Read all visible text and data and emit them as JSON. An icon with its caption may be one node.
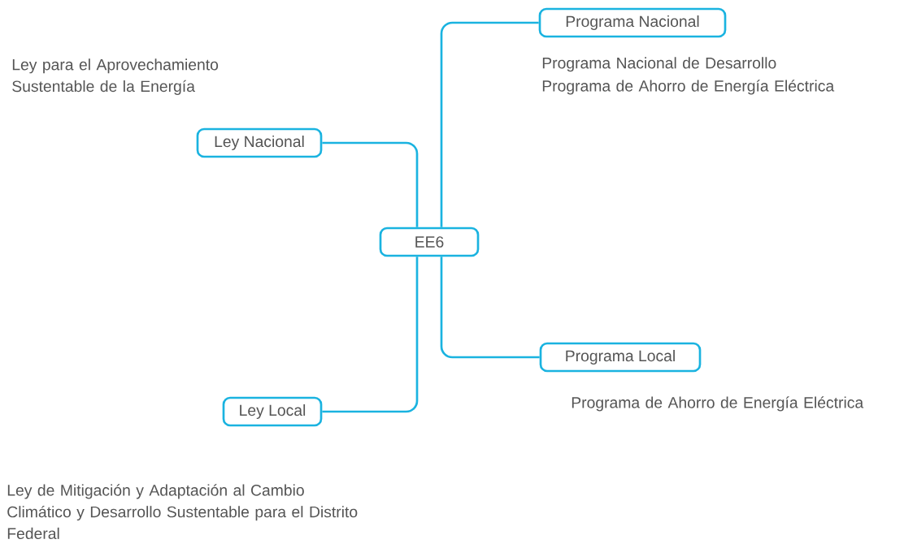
{
  "diagram": {
    "nodes": [
      {
        "text": [
          "EE6"
        ]
      },
      {
        "text": [
          "Ley Nacional"
        ],
        "beside": [
          "Ley para el Aprovechamiento Sustentable de la Energía"
        ]
      },
      {
        "text": [
          "Programa Nacional"
        ],
        "beside": [
          "Programa Nacional de Desarrollo",
          "Programa de Ahorro de Energía Eléctrica"
        ]
      },
      {
        "text": [
          "Programa Local"
        ],
        "beside": [
          "Programa de Ahorro de Energía Eléctrica"
        ]
      },
      {
        "text": [
          "Ley Local"
        ],
        "beside": [
          "Ley de Mitigación y Adaptación al Cambio Climático y Desarrollo Sustentable para el Distrito Federal"
        ]
      }
    ],
    "edges": [
      {
        "from": 0,
        "to": 1,
        "arrow": "none"
      },
      {
        "from": 0,
        "to": 2,
        "arrow": "none"
      },
      {
        "from": 0,
        "to": 3,
        "arrow": "none"
      },
      {
        "from": 0,
        "to": 4,
        "arrow": "none"
      }
    ]
  }
}
